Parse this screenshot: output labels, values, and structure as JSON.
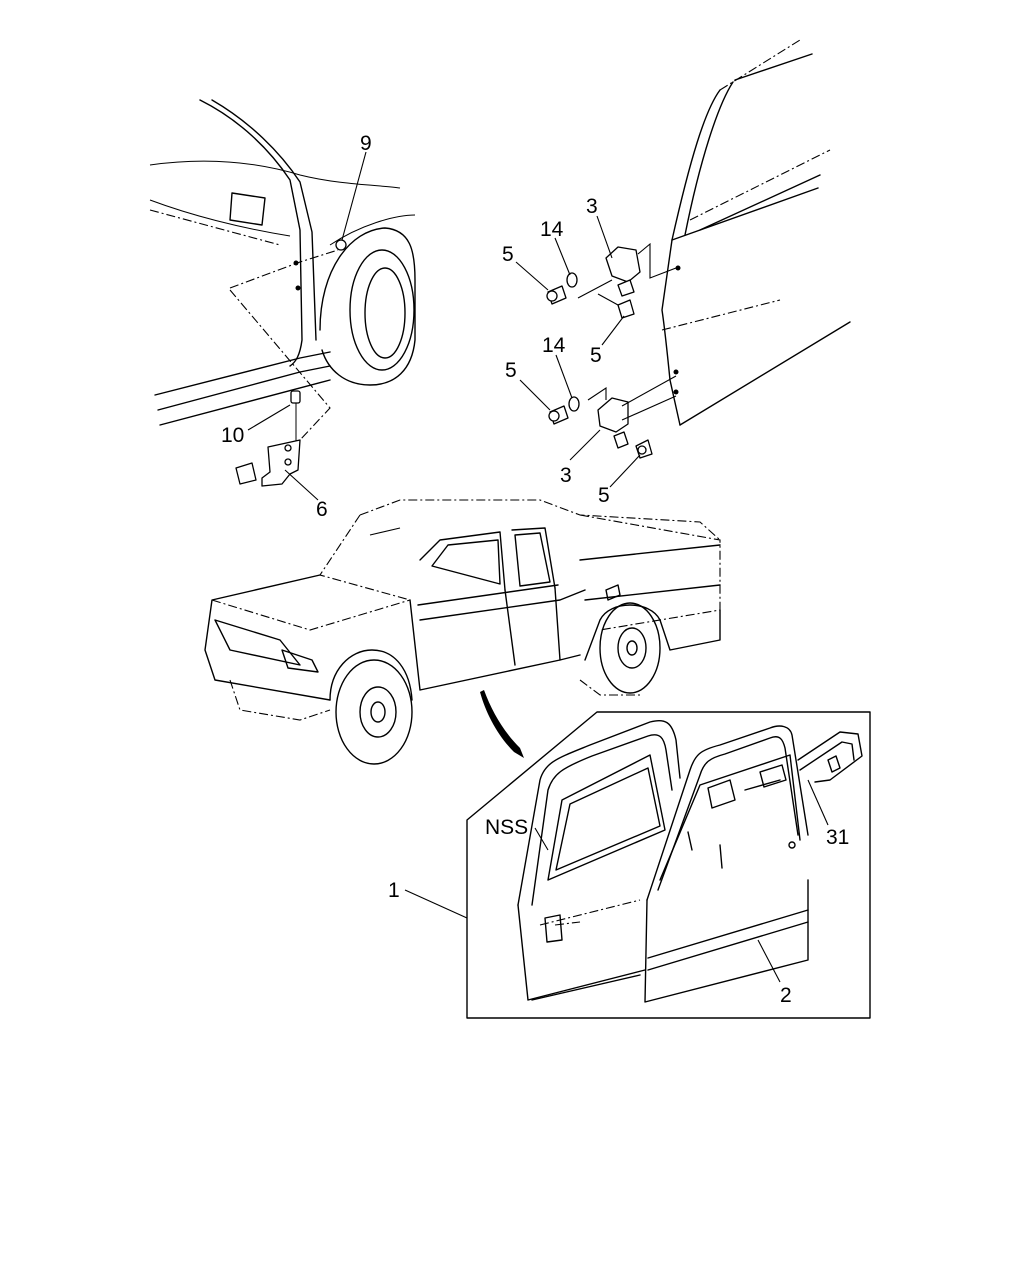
{
  "callouts": {
    "c9": "9",
    "c14_top": "14",
    "c3_top": "3",
    "c5_top_left": "5",
    "c5_top_right": "5",
    "c14_bottom": "14",
    "c5_mid_left": "5",
    "c3_bottom": "3",
    "c5_bottom_right": "5",
    "c10": "10",
    "c6": "6",
    "nss": "NSS",
    "c31": "31",
    "c1": "1",
    "c2": "2"
  },
  "colors": {
    "line": "#000000",
    "background": "#ffffff"
  }
}
